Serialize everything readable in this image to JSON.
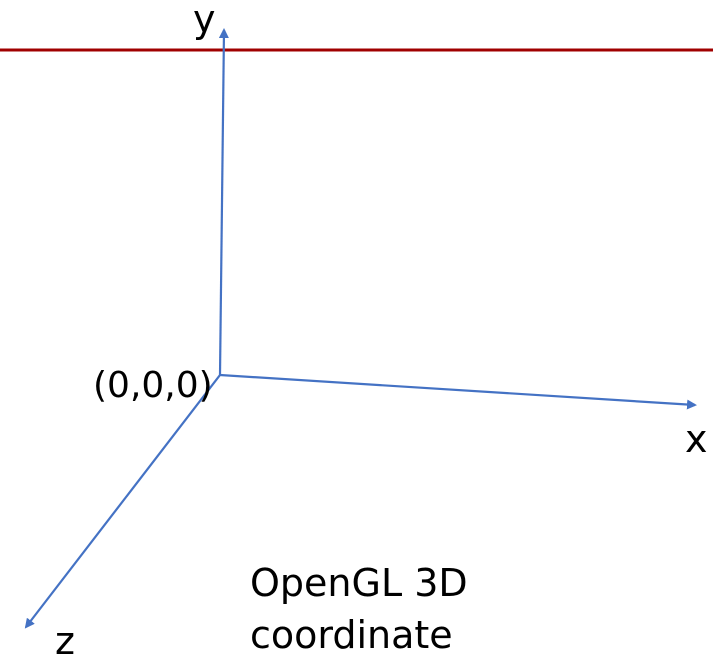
{
  "diagram": {
    "origin_label": "(0,0,0)",
    "axes": {
      "x_label": "x",
      "y_label": "y",
      "z_label": "z"
    },
    "caption": {
      "line1": "OpenGL 3D",
      "line2": "coordinate"
    },
    "colors": {
      "axis": "#4472c4",
      "top_rule": "#a00000",
      "text": "#000000",
      "background": "#ffffff"
    }
  }
}
